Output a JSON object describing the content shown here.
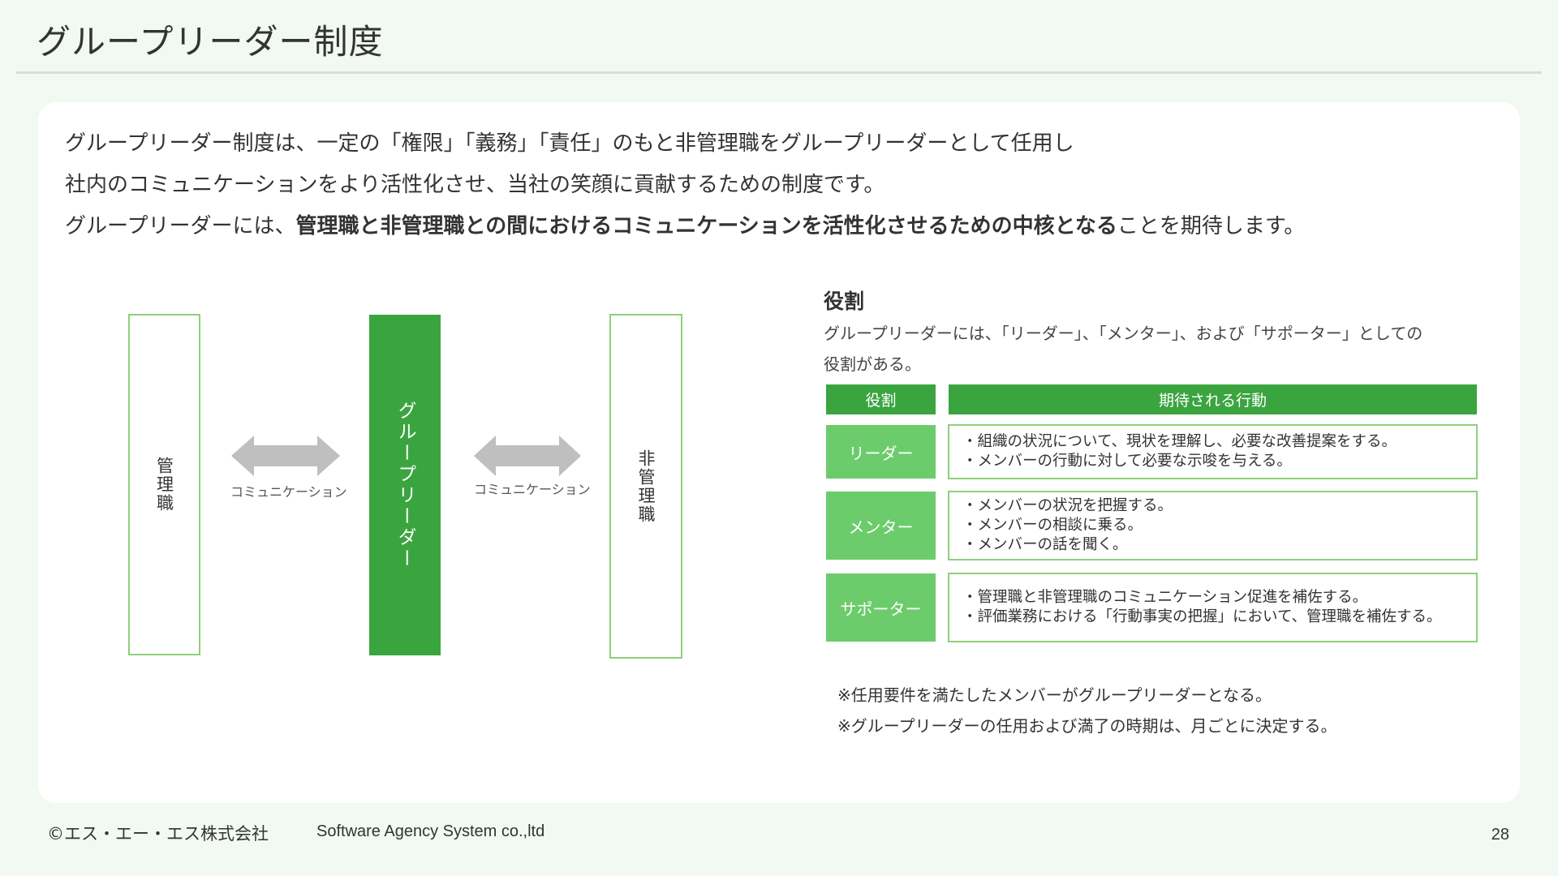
{
  "header": {
    "title": "グループリーダー制度"
  },
  "intro": {
    "line1": "グループリーダー制度は、一定の「権限」「義務」「責任」のもと非管理職をグループリーダーとして任用し",
    "line2": "社内のコミュニケーションをより活性化させ、当社の笑顔に貢献するための制度です。",
    "line3_prefix": "グループリーダーには、",
    "line3_bold": "管理職と非管理職との間におけるコミュニケーションを活性化させるための中核となる",
    "line3_suffix": "ことを期待します。"
  },
  "diagram": {
    "left_box": "管理職",
    "center_box": "グループリーダー",
    "right_box": "非管理職",
    "left_arrow_label": "コミュニケーション",
    "right_arrow_label": "コミュニケーション",
    "colors": {
      "green": "#3aa53f",
      "outline": "#8fcf7c",
      "arrow": "#bfbfbf"
    }
  },
  "roles": {
    "heading": "役割",
    "desc_line1": "グループリーダーには、「リーダー」、「メンター」、および「サポーター」としての",
    "desc_line2": "役割がある。",
    "table": {
      "header_role": "役割",
      "header_action": "期待される行動",
      "rows": [
        {
          "role": "リーダー",
          "actions": [
            "・組織の状況について、現状を理解し、必要な改善提案をする。",
            "・メンバーの行動に対して必要な示唆を与える。"
          ]
        },
        {
          "role": "メンター",
          "actions": [
            "・メンバーの状況を把握する。",
            "・メンバーの相談に乗る。",
            "・メンバーの話を聞く。"
          ]
        },
        {
          "role": "サポーター",
          "actions": [
            "・管理職と非管理職のコミュニケーション促進を補佐する。",
            "・評価業務における「行動事実の把握」において、管理職を補佐する。"
          ]
        }
      ]
    }
  },
  "notes": [
    "※任用要件を満たしたメンバーがグループリーダーとなる。",
    "※グループリーダーの任用および満了の時期は、月ごとに決定する。"
  ],
  "footer": {
    "copyright": "©エス・エー・エス株式会社",
    "company": "Software Agency System co.,ltd",
    "page_number": "28"
  }
}
